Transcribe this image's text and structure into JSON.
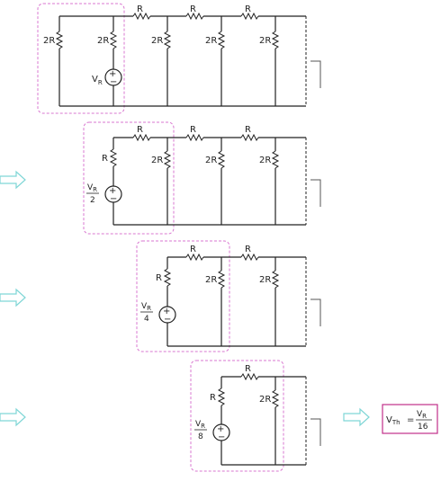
{
  "diagram": {
    "resistor_R": "R",
    "resistor_2R": "2R",
    "source_var": "V",
    "source_sub": "R",
    "source_denominators": [
      "2",
      "4",
      "8"
    ],
    "result": {
      "lhs_main": "V",
      "lhs_sub": "Th",
      "equals": "=",
      "num_main": "V",
      "num_sub": "R",
      "den": "16"
    },
    "colors": {
      "wire": "#222222",
      "highlight_box": "#d977d0",
      "transform_arrow": "#7fd6d6",
      "result_border": "#c2308a"
    }
  }
}
